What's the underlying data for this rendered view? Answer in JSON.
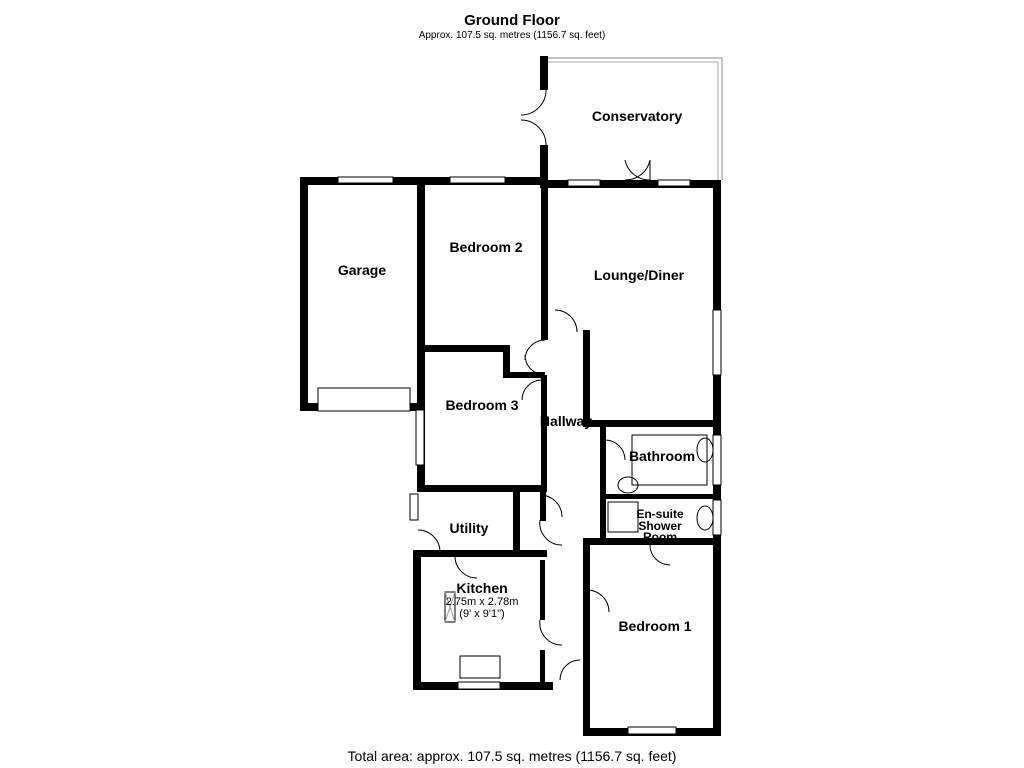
{
  "header": {
    "title": "Ground Floor",
    "subtitle": "Approx. 107.5 sq. metres (1156.7 sq. feet)"
  },
  "rooms": {
    "conservatory": "Conservatory",
    "garage": "Garage",
    "bedroom2": "Bedroom 2",
    "lounge": "Lounge/Diner",
    "bedroom3": "Bedroom 3",
    "hallway": "Hallway",
    "bathroom": "Bathroom",
    "ensuite_line1": "En-suite",
    "ensuite_line2": "Shower",
    "ensuite_line3": "Room",
    "utility": "Utility",
    "kitchen": "Kitchen",
    "kitchen_metric": "2.75m x 2.78m",
    "kitchen_imperial": "(9' x 9'1\")",
    "bedroom1": "Bedroom 1"
  },
  "footer": {
    "total": "Total area: approx. 107.5 sq. metres (1156.7 sq. feet)"
  }
}
